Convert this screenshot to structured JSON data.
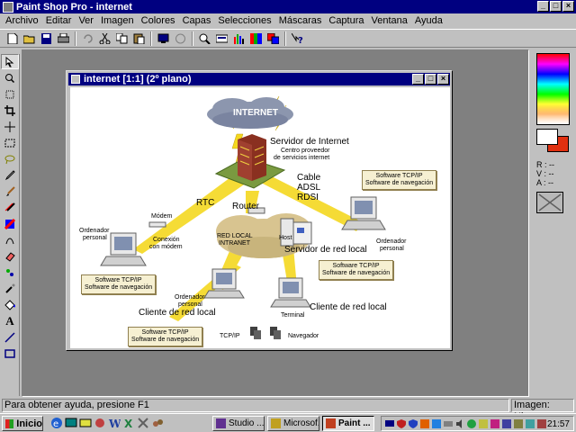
{
  "app": {
    "title": "Paint Shop Pro - internet"
  },
  "menu": [
    "Archivo",
    "Editar",
    "Ver",
    "Imagen",
    "Colores",
    "Capas",
    "Selecciones",
    "Máscaras",
    "Captura",
    "Ventana",
    "Ayuda"
  ],
  "toolbar": {
    "buttons": [
      "new-icon",
      "open-icon",
      "save-icon",
      "print-icon",
      "undo-icon",
      "cut-icon",
      "copy-icon",
      "paste-icon",
      "full-screen-icon",
      "normal-view-icon",
      "zoom-icon",
      "toolbar-icon",
      "histogram-icon",
      "palette-icon",
      "layers-icon",
      "help-icon"
    ]
  },
  "tools": [
    "pointer-icon",
    "zoom-icon",
    "deformation-icon",
    "crop-icon",
    "move-icon",
    "selection-icon",
    "lasso-icon",
    "dropper-icon",
    "brush-icon",
    "clone-icon",
    "color-replacer-icon",
    "retouch-icon",
    "eraser-icon",
    "picture-tube-icon",
    "airbrush-icon",
    "fill-icon",
    "text-icon",
    "line-icon",
    "shape-icon"
  ],
  "colors": {
    "foreground": "#ffffff",
    "background": "#e03010",
    "readout": {
      "r": "R : --",
      "v": "V : --",
      "a": "A : --"
    }
  },
  "document": {
    "title": "internet [1:1] (2º plano)",
    "labels": {
      "internet": "INTERNET",
      "isp_title": "Servidor de Internet",
      "isp_line1": "Centro proveedor",
      "isp_line2": "de servicios internet",
      "cable": "Cable",
      "adsl": "ADSL",
      "rdsi": "RDSI",
      "rtc": "RTC",
      "modem": "Módem",
      "router": "Router",
      "red_local_1": "RED LOCAL",
      "red_local_2": "INTRANET",
      "host": "Host",
      "servidor_red_local": "Servidor de red local",
      "ordenador_personal_left_1": "Ordenador",
      "ordenador_personal_left_2": "personal",
      "conexion_1": "Conexión",
      "conexion_2": "con módem",
      "ordenador_personal_right_1": "Ordenador",
      "ordenador_personal_right_2": "personal",
      "ordenador_personal_bottom_1": "Ordenador",
      "ordenador_personal_bottom_2": "personal",
      "cliente_red_local_left": "Cliente de red local",
      "cliente_red_local_right": "Cliente de red local",
      "terminal": "Terminal",
      "tcpip": "TCP/IP",
      "navegador": "Navegador"
    },
    "software_box": {
      "line1": "Software TCP/IP",
      "line2": "Software de navegación"
    }
  },
  "status": {
    "help": "Para obtener ayuda, presione F1",
    "image": "Imagen: Ninguna"
  },
  "taskbar": {
    "start": "Inicio",
    "tasks": [
      {
        "label": "Studio ...",
        "active": false
      },
      {
        "label": "Microsof...",
        "active": false
      },
      {
        "label": "Paint ...",
        "active": true
      }
    ],
    "clock": "21:57"
  }
}
